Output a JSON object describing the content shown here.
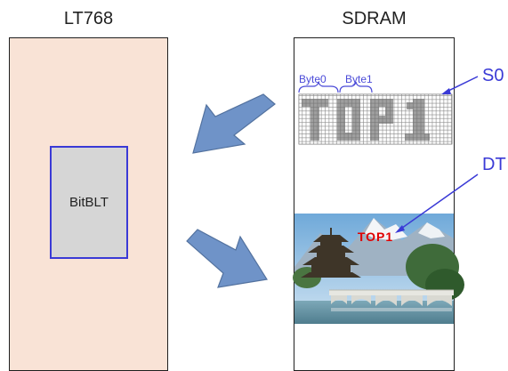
{
  "colors": {
    "lt768_panel_fill": "#f9e3d6",
    "bitblt_border": "#3a3ad6",
    "bitblt_fill": "#d6d6d6",
    "arrow_fill": "#6f93c8",
    "pointer_color": "#3a3ad6",
    "top1_text": "#e00000"
  },
  "lt768": {
    "title": "LT768",
    "bitblt_label": "BitBLT"
  },
  "sdram": {
    "title": "SDRAM",
    "byte0": "Byte0",
    "byte1": "Byte1",
    "source_bitmap_text": "TOP1",
    "dest_overlay_text": "TOP1"
  },
  "callouts": {
    "s0": "S0",
    "dt": "DT"
  },
  "arrows": [
    {
      "direction": "into-lt768"
    },
    {
      "direction": "into-sdram"
    }
  ]
}
